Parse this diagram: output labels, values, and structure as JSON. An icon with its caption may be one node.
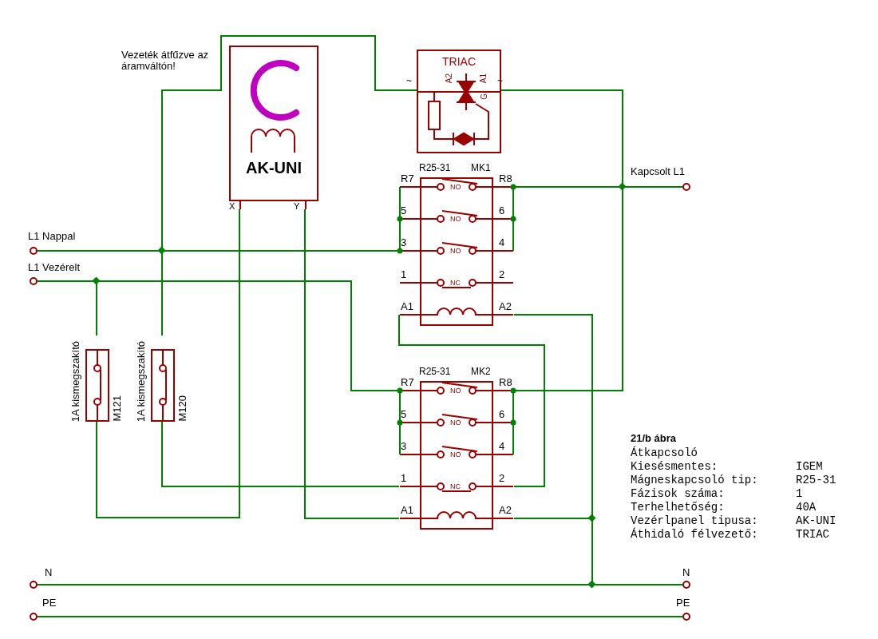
{
  "diagram": {
    "nodes": [
      {
        "text": [
          "AK-UNI"
        ]
      },
      {
        "text": [
          "TRIAC"
        ]
      },
      {
        "text": [
          "R25-31",
          "MK1"
        ]
      },
      {
        "text": [
          "R25-31",
          "MK2"
        ]
      },
      {
        "text": [
          "1A kismegszakító",
          "M121"
        ]
      },
      {
        "text": [
          "1A kismegszakító",
          "M120"
        ]
      },
      {
        "text": [],
        "shape": "circle",
        "beside": [
          "L1 Nappal"
        ]
      },
      {
        "text": [],
        "shape": "circle",
        "beside": [
          "L1 Vezérelt"
        ]
      },
      {
        "text": [],
        "shape": "circle",
        "beside": [
          "Kapcsolt L1"
        ]
      },
      {
        "text": [],
        "shape": "circle",
        "beside": [
          "N"
        ]
      },
      {
        "text": [],
        "shape": "circle",
        "beside": [
          "N"
        ]
      },
      {
        "text": [],
        "shape": "circle",
        "beside": [
          "PE"
        ]
      },
      {
        "text": [],
        "shape": "circle",
        "beside": [
          "PE"
        ]
      }
    ],
    "edges": [
      {
        "from": 6,
        "to": 2,
        "arrow": "none"
      },
      {
        "from": 6,
        "to": 1,
        "arrow": "none"
      },
      {
        "from": 6,
        "to": 5,
        "arrow": "none"
      },
      {
        "from": 7,
        "to": 3,
        "arrow": "none"
      },
      {
        "from": 7,
        "to": 4,
        "arrow": "none"
      },
      {
        "from": 1,
        "to": 8,
        "arrow": "none"
      },
      {
        "from": 2,
        "to": 8,
        "arrow": "none"
      },
      {
        "from": 3,
        "to": 8,
        "arrow": "none"
      },
      {
        "from": 4,
        "to": 0,
        "arrow": "none"
      },
      {
        "from": 0,
        "to": 3,
        "arrow": "none"
      },
      {
        "from": 5,
        "to": 3,
        "arrow": "none"
      },
      {
        "from": 2,
        "to": 3,
        "arrow": "none"
      },
      {
        "from": 2,
        "to": 10,
        "arrow": "none"
      },
      {
        "from": 3,
        "to": 10,
        "arrow": "none"
      },
      {
        "from": 9,
        "to": 10,
        "arrow": "none"
      },
      {
        "from": 11,
        "to": 12,
        "arrow": "none"
      }
    ],
    "labels": [
      "Vezeték átfűzve az áramváltón!",
      "~",
      "A2",
      "A1",
      "~",
      "G",
      "X",
      "Y",
      "R7",
      "NO",
      "R8",
      "5",
      "NO",
      "6",
      "3",
      "NO",
      "4",
      "1",
      "NC",
      "2",
      "A1",
      "A2",
      "R7",
      "NO",
      "R8",
      "5",
      "NO",
      "6",
      "3",
      "NO",
      "4",
      "1",
      "NC",
      "2",
      "A1",
      "A2",
      "21/b ábra",
      "Átkapcsoló",
      "Kiesésmentes:",
      "IGEM",
      "Mágneskapcsoló tip:",
      "R25-31",
      "Fázisok száma:",
      "1",
      "Terhelhetőség:",
      "40A",
      "Vezérlpanel tipusa:",
      "AK-UNI",
      "Áthidaló félvezető:",
      "TRIAC"
    ]
  }
}
